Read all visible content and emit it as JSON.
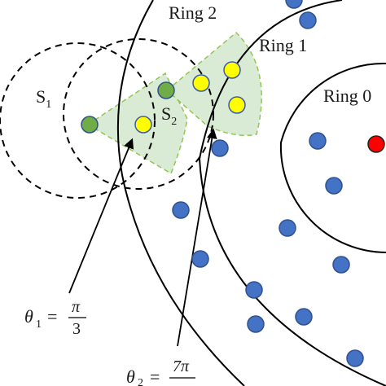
{
  "labels": {
    "ring0": "Ring 0",
    "ring1": "Ring 1",
    "ring2": "Ring 2",
    "s1": "S",
    "s1_sub": "1",
    "s2": "S",
    "s2_sub": "2"
  },
  "angles": {
    "theta1": {
      "symbol": "θ",
      "sub": "1",
      "eq": "=",
      "num": "π",
      "den": "3"
    },
    "theta2": {
      "symbol": "θ",
      "sub": "2",
      "eq": "=",
      "num": "7π",
      "den": ""
    }
  },
  "colors": {
    "node_blue": "#4472c4",
    "node_yellow": "#ffff00",
    "node_green": "#70ad47",
    "node_red": "#ff0000",
    "sector_fill": "#d9ead3",
    "sector_edge": "#8bc34a"
  }
}
